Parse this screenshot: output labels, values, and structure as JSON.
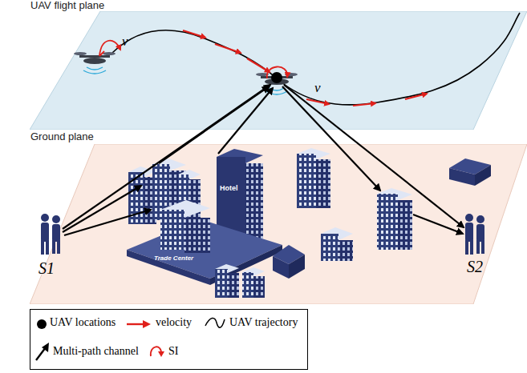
{
  "diagram": {
    "nodes": [
      {
        "text": [
          "UAV flight plane"
        ]
      },
      {
        "text": [
          "Ground plane"
        ]
      }
    ],
    "labels": [
      "v",
      "v",
      "S1",
      "S2",
      "Hotel",
      "Trade Center"
    ],
    "legend": [
      {
        "text": "UAV locations"
      },
      {
        "text": "velocity"
      },
      {
        "text": "UAV trajectory"
      },
      {
        "text": "Multi-path channel"
      },
      {
        "text": "SI"
      }
    ]
  }
}
